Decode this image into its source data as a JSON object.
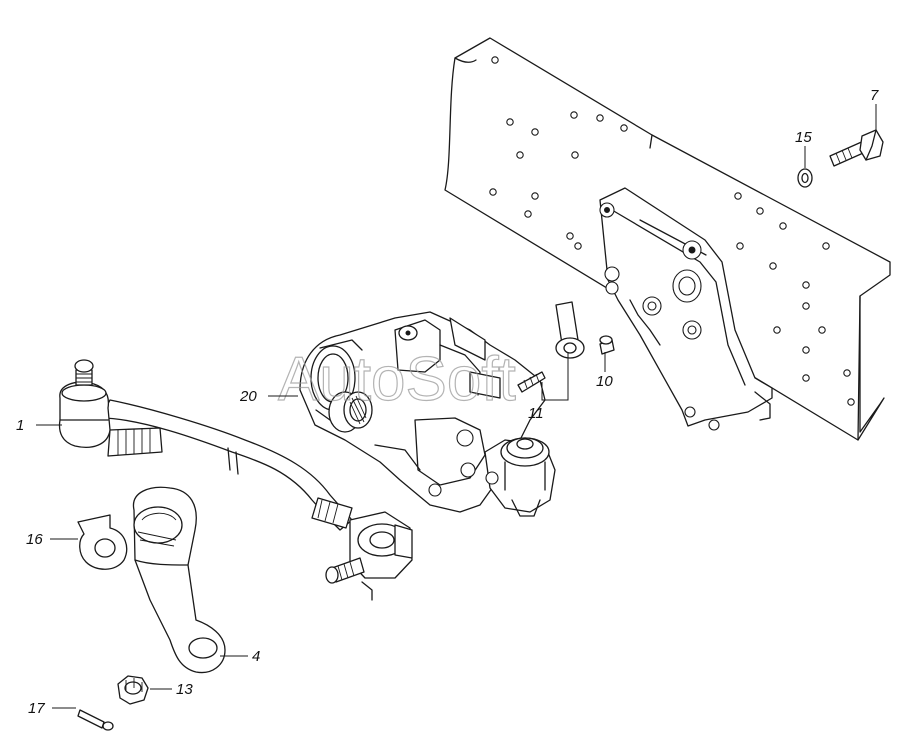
{
  "diagram": {
    "watermark": "AutoSoft",
    "callouts": {
      "c1": "1",
      "c4": "4",
      "c7": "7",
      "c10": "10",
      "c11": "11",
      "c13": "13",
      "c15": "15",
      "c16": "16",
      "c17": "17",
      "c20": "20"
    }
  }
}
